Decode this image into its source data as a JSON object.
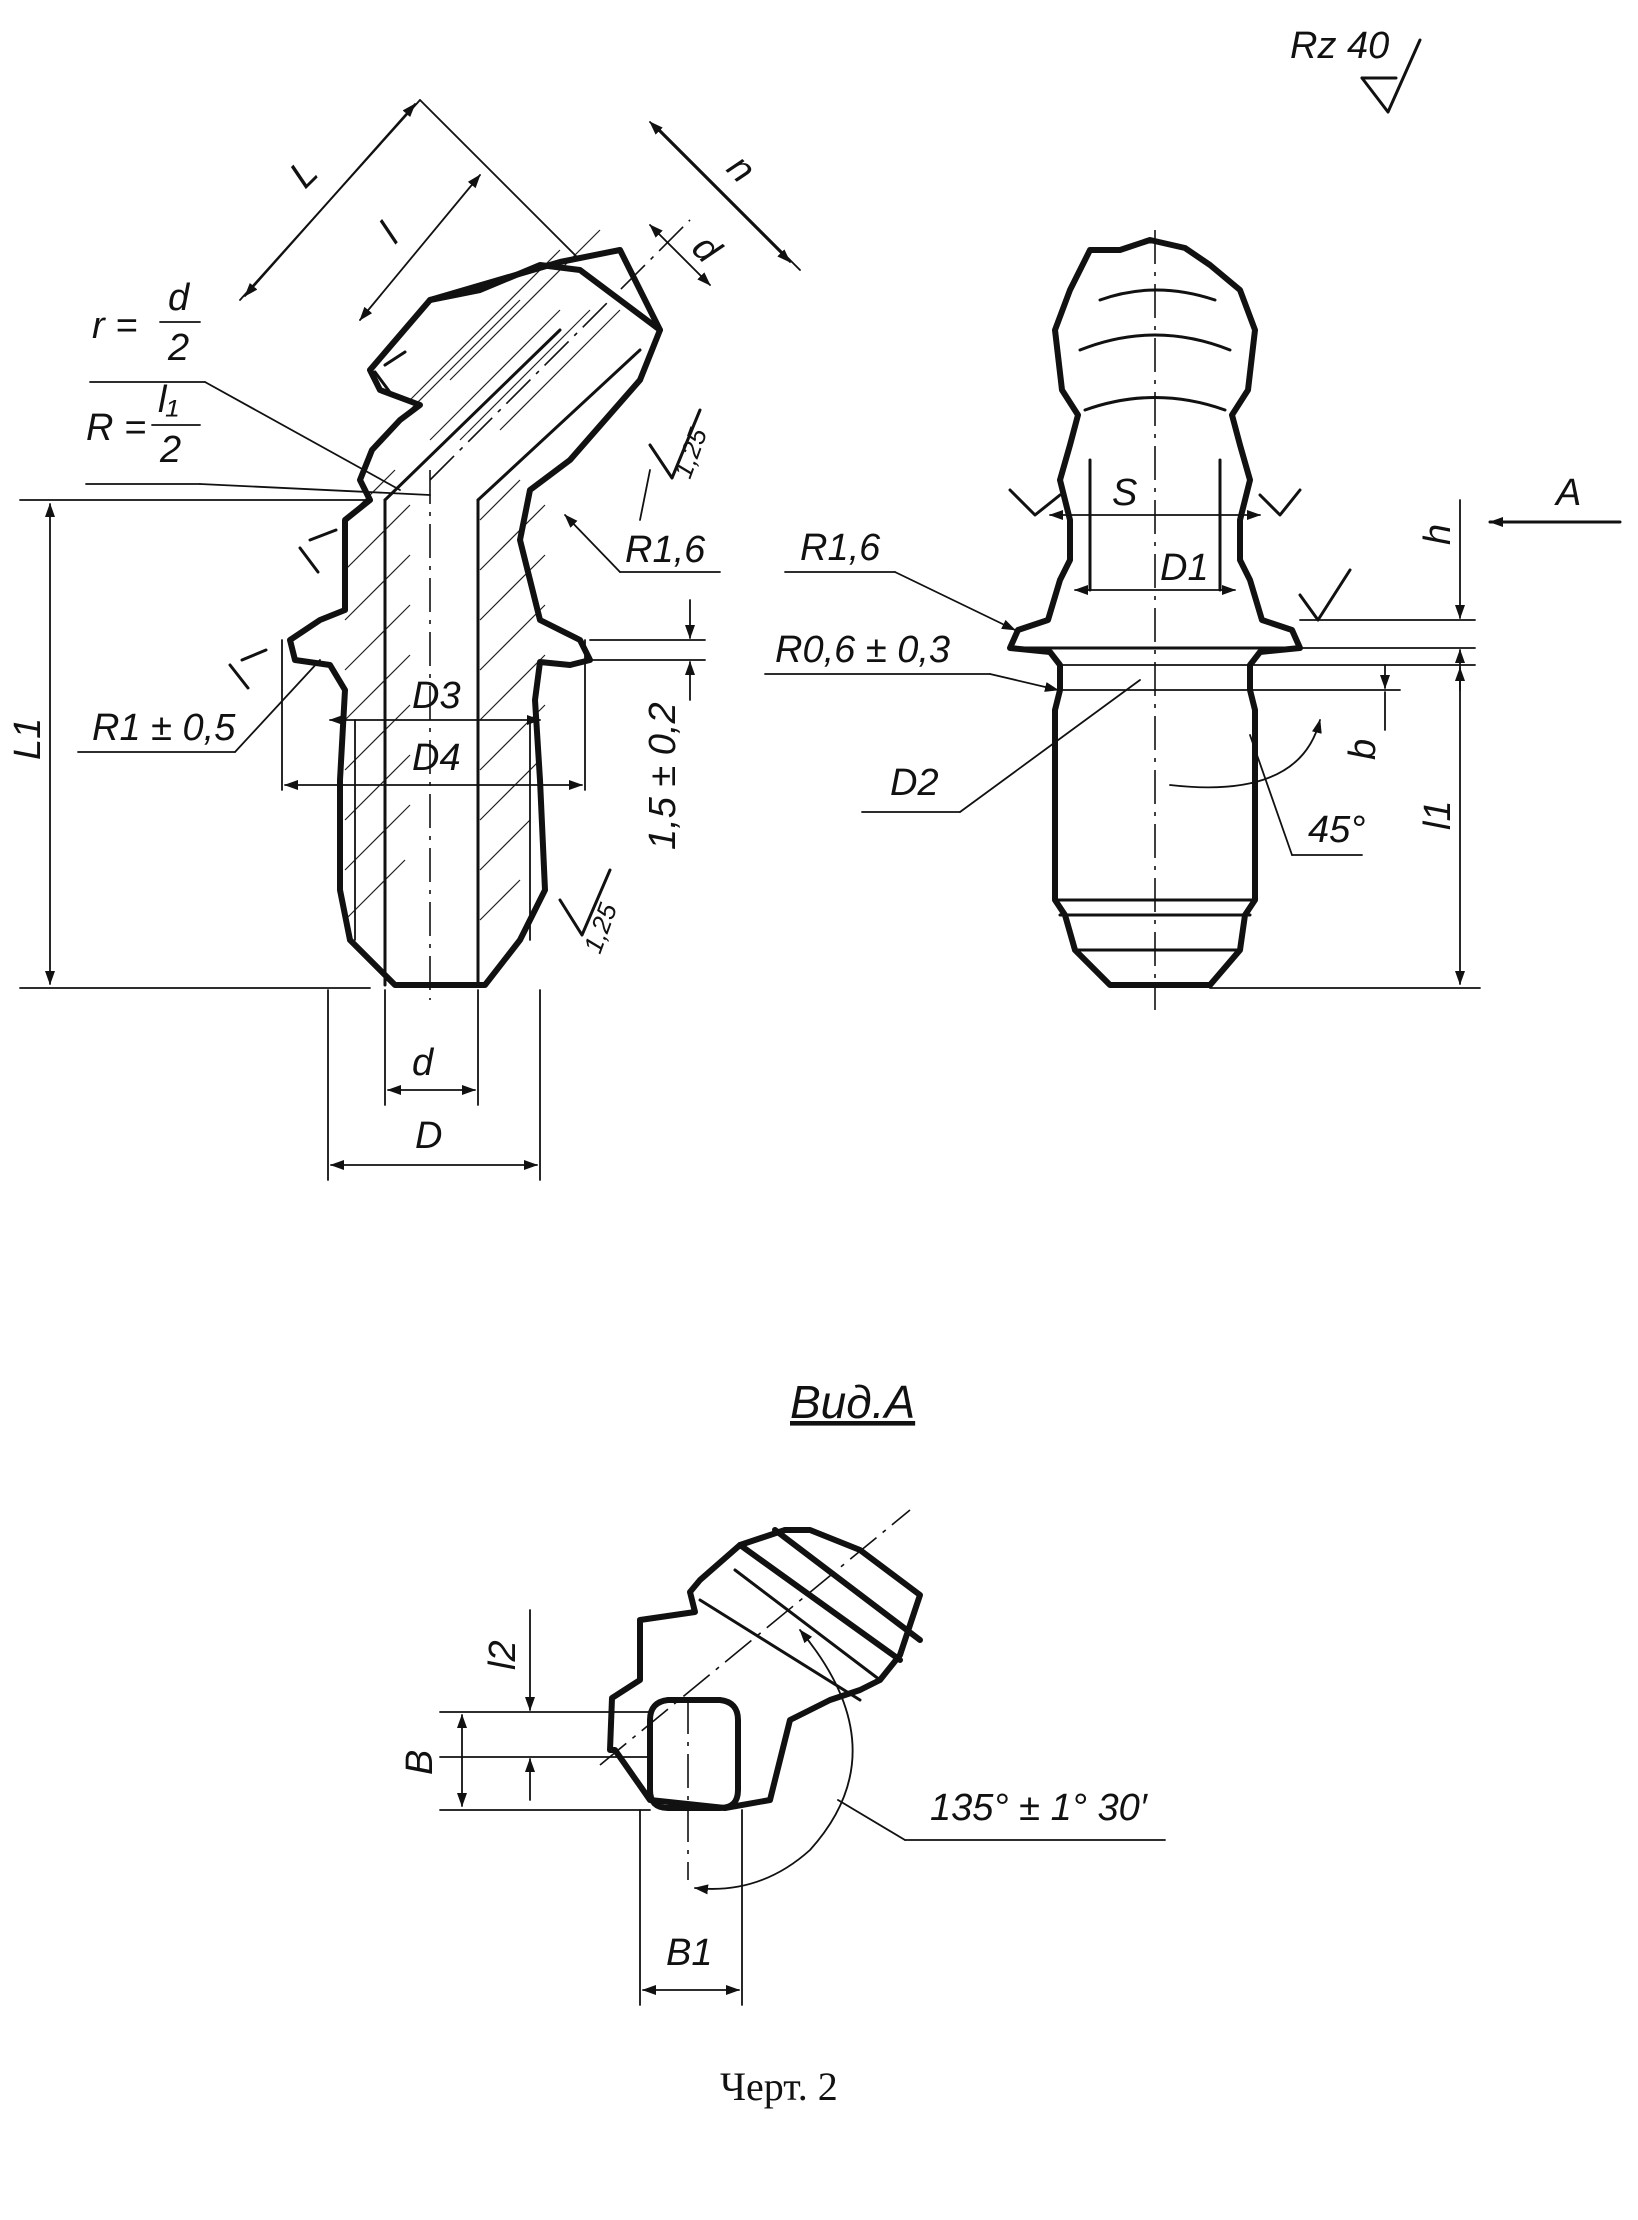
{
  "roughness_general": "Rz 40",
  "left_view": {
    "L": "L",
    "l": "l",
    "n": "n",
    "d_top": "d",
    "r_label": "r =",
    "r_num": "d",
    "r_den": "2",
    "R_label": "R =",
    "R_num": "l₁",
    "R_den": "2",
    "R16": "R1,6",
    "L1": "L1",
    "R1": "R1 ± 0,5",
    "D3": "D3",
    "D4": "D4",
    "tol": "1,5 ± 0,2",
    "d_bottom": "d",
    "D_bottom": "D",
    "rough1": "1,25",
    "rough2": "1,25"
  },
  "right_view": {
    "S": "S",
    "h": "h",
    "A": "A",
    "R16": "R1,6",
    "D1": "D1",
    "R06": "R0,6 ± 0,3",
    "b": "b",
    "D2": "D2",
    "angle": "45°",
    "l1": "l1"
  },
  "view_a": {
    "title": "Вид.А",
    "l2": "l2",
    "B": "B",
    "B1": "B1",
    "angle": "135° ± 1° 30′"
  },
  "caption": "Черт. 2"
}
